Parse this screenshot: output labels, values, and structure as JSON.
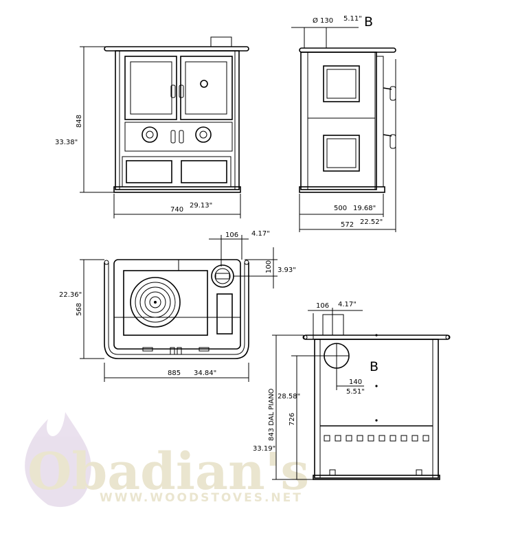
{
  "front_view": {
    "height_mm": "848",
    "height_in": "33.38\"",
    "width_mm": "740",
    "width_in": "29.13\""
  },
  "side_view": {
    "flue_diameter": "Ø 130",
    "flue_offset_in": "5.11\"",
    "label": "B",
    "depth_mm": "500",
    "depth_in": "19.68\"",
    "total_depth_mm": "572",
    "total_depth_in": "22.52\""
  },
  "top_view": {
    "flue_offset_mm": "106",
    "flue_offset_in": "4.17\"",
    "flue_back_mm": "100",
    "flue_back_in": "3.93\"",
    "depth_in": "22.36\"",
    "depth_mm": "568",
    "width_mm": "885",
    "width_in": "34.84\""
  },
  "rear_view": {
    "flue_offset_mm": "106",
    "flue_offset_in": "4.17\"",
    "label": "B",
    "flue_dia_mm": "140",
    "flue_dia_in": "5.51\"",
    "height_label": "843 DAL PIANO",
    "height_in": "33.19\"",
    "hob_height_mm": "726",
    "hob_height_in": "28.58\""
  },
  "watermark": {
    "brand": "Obadian's",
    "url": "WWW.WOODSTOVES.NET",
    "color": "#d9d0a8",
    "flame_color": "#d8c8e0"
  }
}
